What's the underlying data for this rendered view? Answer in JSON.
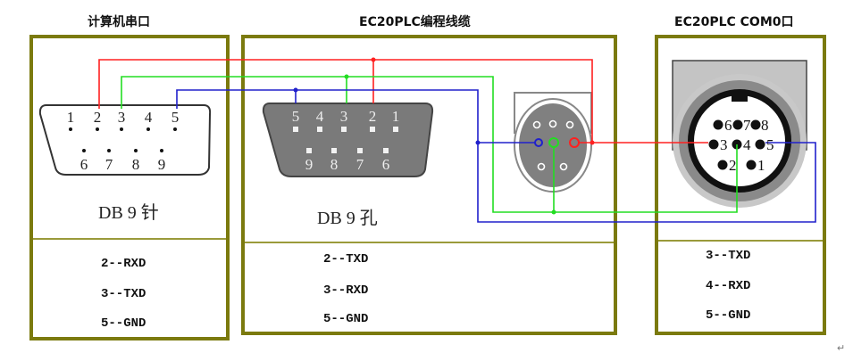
{
  "titles": {
    "computer_port": "计算机串口",
    "cable": "EC20PLC编程线缆",
    "plc_port": "EC20PLC COM0口"
  },
  "connectors": {
    "db9_male": {
      "label": "DB 9 针",
      "top_pins": [
        "1",
        "2",
        "3",
        "4",
        "5"
      ],
      "bottom_pins": [
        "6",
        "7",
        "8",
        "9"
      ]
    },
    "db9_female": {
      "label": "DB 9 孔",
      "top_pins": [
        "5",
        "4",
        "3",
        "2",
        "1"
      ],
      "bottom_pins": [
        "9",
        "8",
        "7",
        "6"
      ]
    },
    "mini_din8": {
      "row1": [
        "6",
        "7",
        "8"
      ],
      "row2": [
        "3",
        "4",
        "5"
      ],
      "row3": [
        "2",
        "1"
      ]
    }
  },
  "pinouts": {
    "computer": [
      "2--RXD",
      "3--TXD",
      "5--GND"
    ],
    "cable": [
      "2--TXD",
      "3--RXD",
      "5--GND"
    ],
    "plc": [
      "3--TXD",
      "4--RXD",
      "5--GND"
    ]
  },
  "wire_colors": {
    "red": "#ff2020",
    "green": "#22dd22",
    "blue": "#2020cc",
    "frame": "#7b7a0e"
  },
  "paragraph_mark": "↵"
}
